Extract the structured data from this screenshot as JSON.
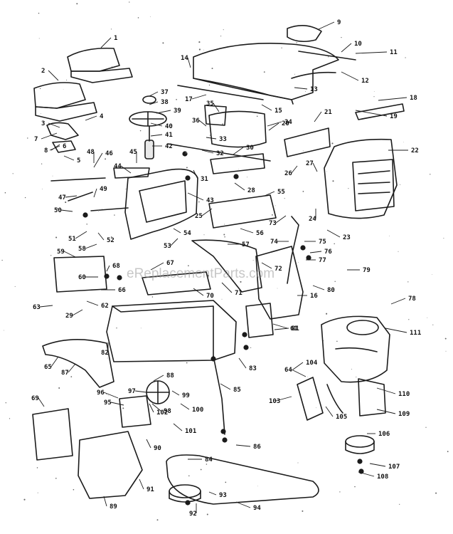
{
  "watermark": "eReplacementParts.com",
  "callouts": [
    "1",
    "2",
    "3",
    "4",
    "5",
    "6",
    "7",
    "8",
    "9",
    "10",
    "11",
    "12",
    "13",
    "14",
    "15",
    "16",
    "17",
    "18",
    "19",
    "20",
    "21",
    "22",
    "23",
    "24",
    "25",
    "26",
    "27",
    "28",
    "29",
    "30",
    "31",
    "32",
    "33",
    "34",
    "35",
    "36",
    "37",
    "38",
    "39",
    "40",
    "41",
    "42",
    "43",
    "44",
    "45",
    "46",
    "47",
    "48",
    "49",
    "50",
    "51",
    "52",
    "53",
    "54",
    "55",
    "56",
    "57",
    "58",
    "59",
    "60",
    "61",
    "62",
    "63",
    "64",
    "65",
    "66",
    "67",
    "68",
    "69",
    "70",
    "71",
    "72",
    "73",
    "74",
    "75",
    "76",
    "77",
    "78",
    "79",
    "80",
    "81",
    "82",
    "83",
    "84",
    "85",
    "86",
    "87",
    "88",
    "89",
    "90",
    "91",
    "92",
    "93",
    "94",
    "95",
    "96",
    "97",
    "98",
    "99",
    "100",
    "101",
    "102",
    "103",
    "104",
    "105",
    "106",
    "107",
    "108",
    "109",
    "110",
    "111"
  ]
}
